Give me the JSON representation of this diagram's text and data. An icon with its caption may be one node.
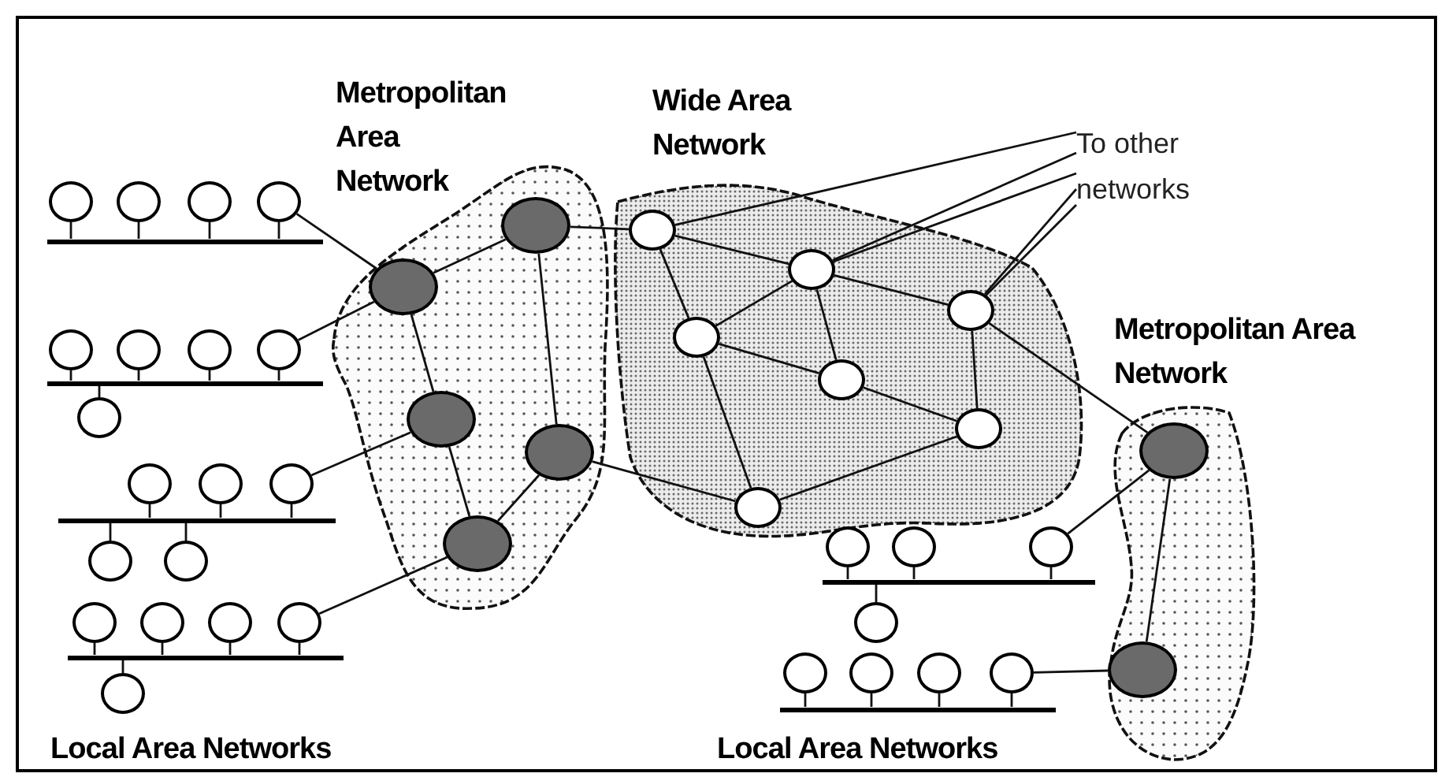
{
  "diagram": {
    "nodes": [
      {
        "text": [
          "Metropolitan Area Network"
        ]
      },
      {
        "text": [
          "Wide Area Network"
        ]
      },
      {
        "text": [
          "Metropolitan Area Network"
        ]
      },
      {
        "text": [],
        "shape": "circle",
        "in": 0
      },
      {
        "text": [],
        "shape": "circle",
        "in": 0
      },
      {
        "text": [],
        "shape": "circle",
        "in": 0
      },
      {
        "text": [],
        "shape": "circle",
        "in": 0
      },
      {
        "text": [],
        "shape": "circle",
        "in": 0
      },
      {
        "text": [],
        "shape": "circle",
        "in": 1
      },
      {
        "text": [],
        "shape": "circle",
        "in": 1
      },
      {
        "text": [],
        "shape": "circle",
        "in": 1
      },
      {
        "text": [],
        "shape": "circle",
        "in": 1
      },
      {
        "text": [],
        "shape": "circle",
        "in": 1
      },
      {
        "text": [],
        "shape": "circle",
        "in": 1
      },
      {
        "text": [],
        "shape": "circle",
        "in": 1
      },
      {
        "text": [],
        "shape": "circle",
        "in": 2
      },
      {
        "text": [],
        "shape": "circle",
        "in": 2
      },
      {
        "text": [
          "To other networks"
        ]
      },
      {
        "text": [],
        "shape": "bar"
      },
      {
        "text": [],
        "shape": "circle"
      },
      {
        "text": [],
        "shape": "circle"
      },
      {
        "text": [],
        "shape": "circle"
      },
      {
        "text": [],
        "shape": "circle"
      },
      {
        "text": [],
        "shape": "bar"
      },
      {
        "text": [],
        "shape": "circle"
      },
      {
        "text": [],
        "shape": "circle"
      },
      {
        "text": [],
        "shape": "circle"
      },
      {
        "text": [],
        "shape": "circle"
      },
      {
        "text": [],
        "shape": "circle"
      },
      {
        "text": [],
        "shape": "bar"
      },
      {
        "text": [],
        "shape": "circle"
      },
      {
        "text": [],
        "shape": "circle"
      },
      {
        "text": [],
        "shape": "circle"
      },
      {
        "text": [],
        "shape": "circle"
      },
      {
        "text": [],
        "shape": "circle"
      },
      {
        "text": [],
        "shape": "bar"
      },
      {
        "text": [],
        "shape": "circle"
      },
      {
        "text": [],
        "shape": "circle"
      },
      {
        "text": [],
        "shape": "circle"
      },
      {
        "text": [],
        "shape": "circle"
      },
      {
        "text": [],
        "shape": "circle"
      },
      {
        "text": [],
        "shape": "bar"
      },
      {
        "text": [],
        "shape": "circle"
      },
      {
        "text": [],
        "shape": "circle"
      },
      {
        "text": [],
        "shape": "circle"
      },
      {
        "text": [],
        "shape": "circle"
      },
      {
        "text": [],
        "shape": "bar"
      },
      {
        "text": [],
        "shape": "circle"
      },
      {
        "text": [],
        "shape": "circle"
      },
      {
        "text": [],
        "shape": "circle"
      },
      {
        "text": [],
        "shape": "circle"
      }
    ],
    "edges": [
      {
        "from": 3,
        "to": 4,
        "arrow": "none"
      },
      {
        "from": 3,
        "to": 6,
        "arrow": "none"
      },
      {
        "from": 4,
        "to": 5,
        "arrow": "none"
      },
      {
        "from": 5,
        "to": 7,
        "arrow": "none"
      },
      {
        "from": 6,
        "to": 7,
        "arrow": "none"
      },
      {
        "from": 3,
        "to": 8,
        "arrow": "none"
      },
      {
        "from": 6,
        "to": 14,
        "arrow": "none"
      },
      {
        "from": 8,
        "to": 9,
        "arrow": "none"
      },
      {
        "from": 8,
        "to": 10,
        "arrow": "none"
      },
      {
        "from": 9,
        "to": 10,
        "arrow": "none"
      },
      {
        "from": 9,
        "to": 12,
        "arrow": "none"
      },
      {
        "from": 9,
        "to": 11,
        "arrow": "none"
      },
      {
        "from": 10,
        "to": 12,
        "arrow": "none"
      },
      {
        "from": 10,
        "to": 14,
        "arrow": "none"
      },
      {
        "from": 11,
        "to": 13,
        "arrow": "none"
      },
      {
        "from": 12,
        "to": 13,
        "arrow": "none"
      },
      {
        "from": 14,
        "to": 13,
        "arrow": "none"
      },
      {
        "from": 11,
        "to": 15,
        "arrow": "none"
      },
      {
        "from": 15,
        "to": 16,
        "arrow": "none"
      },
      {
        "from": 8,
        "to": 17,
        "arrow": "none"
      },
      {
        "from": 9,
        "to": 17,
        "arrow": "none"
      },
      {
        "from": 9,
        "to": 17,
        "arrow": "none"
      },
      {
        "from": 11,
        "to": 17,
        "arrow": "none"
      },
      {
        "from": 11,
        "to": 17,
        "arrow": "none"
      },
      {
        "from": 22,
        "to": 4,
        "arrow": "none"
      },
      {
        "from": 27,
        "to": 4,
        "arrow": "none"
      },
      {
        "from": 32,
        "to": 5,
        "arrow": "none"
      },
      {
        "from": 39,
        "to": 7,
        "arrow": "none"
      },
      {
        "from": 44,
        "to": 15,
        "arrow": "none"
      },
      {
        "from": 50,
        "to": 16,
        "arrow": "none"
      },
      {
        "from": 19,
        "to": 18,
        "arrow": "none"
      },
      {
        "from": 20,
        "to": 18,
        "arrow": "none"
      },
      {
        "from": 21,
        "to": 18,
        "arrow": "none"
      },
      {
        "from": 22,
        "to": 18,
        "arrow": "none"
      },
      {
        "from": 24,
        "to": 23,
        "arrow": "none"
      },
      {
        "from": 25,
        "to": 23,
        "arrow": "none"
      },
      {
        "from": 26,
        "to": 23,
        "arrow": "none"
      },
      {
        "from": 27,
        "to": 23,
        "arrow": "none"
      },
      {
        "from": 23,
        "to": 28,
        "arrow": "none"
      },
      {
        "from": 30,
        "to": 29,
        "arrow": "none"
      },
      {
        "from": 31,
        "to": 29,
        "arrow": "none"
      },
      {
        "from": 32,
        "to": 29,
        "arrow": "none"
      },
      {
        "from": 29,
        "to": 33,
        "arrow": "none"
      },
      {
        "from": 29,
        "to": 34,
        "arrow": "none"
      },
      {
        "from": 36,
        "to": 35,
        "arrow": "none"
      },
      {
        "from": 37,
        "to": 35,
        "arrow": "none"
      },
      {
        "from": 38,
        "to": 35,
        "arrow": "none"
      },
      {
        "from": 39,
        "to": 35,
        "arrow": "none"
      },
      {
        "from": 35,
        "to": 40,
        "arrow": "none"
      },
      {
        "from": 42,
        "to": 41,
        "arrow": "none"
      },
      {
        "from": 43,
        "to": 41,
        "arrow": "none"
      },
      {
        "from": 44,
        "to": 41,
        "arrow": "none"
      },
      {
        "from": 41,
        "to": 45,
        "arrow": "none"
      },
      {
        "from": 47,
        "to": 46,
        "arrow": "none"
      },
      {
        "from": 48,
        "to": 46,
        "arrow": "none"
      },
      {
        "from": 49,
        "to": 46,
        "arrow": "none"
      },
      {
        "from": 50,
        "to": 46,
        "arrow": "none"
      }
    ],
    "labels": [
      "Local Area Networks",
      "Local Area Networks"
    ]
  }
}
